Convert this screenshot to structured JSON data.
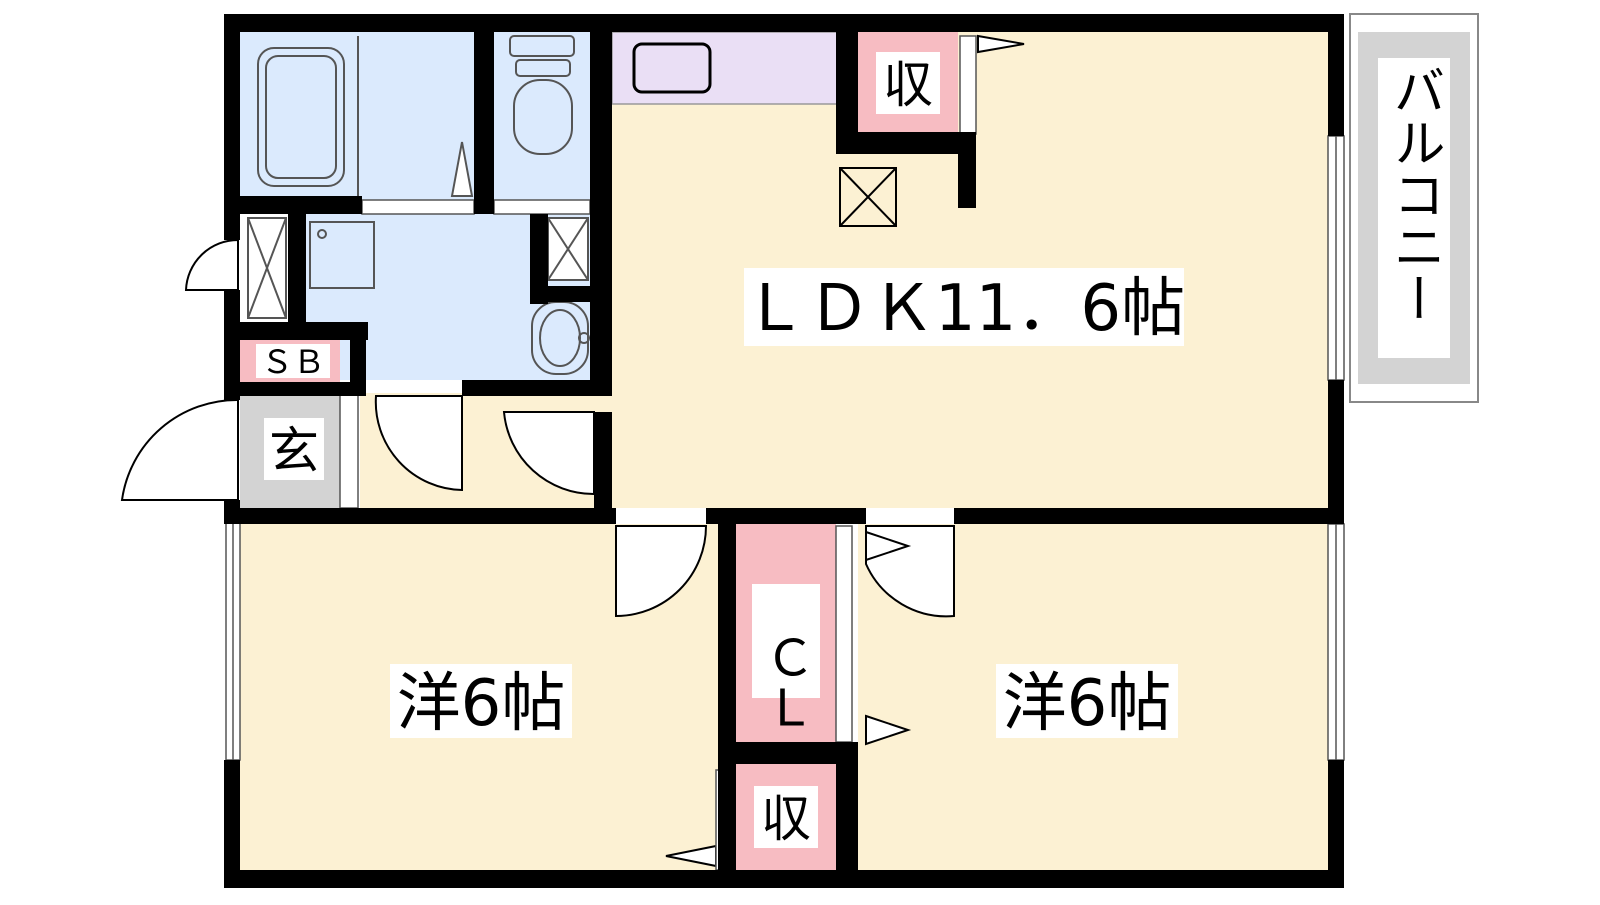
{
  "rooms": {
    "ldk": "ＬＤＫ11．6帖",
    "western_left": "洋6帖",
    "western_right": "洋6帖",
    "closet_label": "ＣＬ",
    "storage_top": "収",
    "storage_bottom": "収",
    "shoe_box": "ＳＢ",
    "entrance": "玄",
    "balcony": "バルコニー"
  },
  "colors": {
    "wall": "#000000",
    "room_floor": "#fcf1d3",
    "wet_area": "#dbeafd",
    "kitchen": "#eadff5",
    "storage": "#f7bcc2",
    "entrance": "#d3d3d3",
    "balcony": "#d3d3d3"
  }
}
